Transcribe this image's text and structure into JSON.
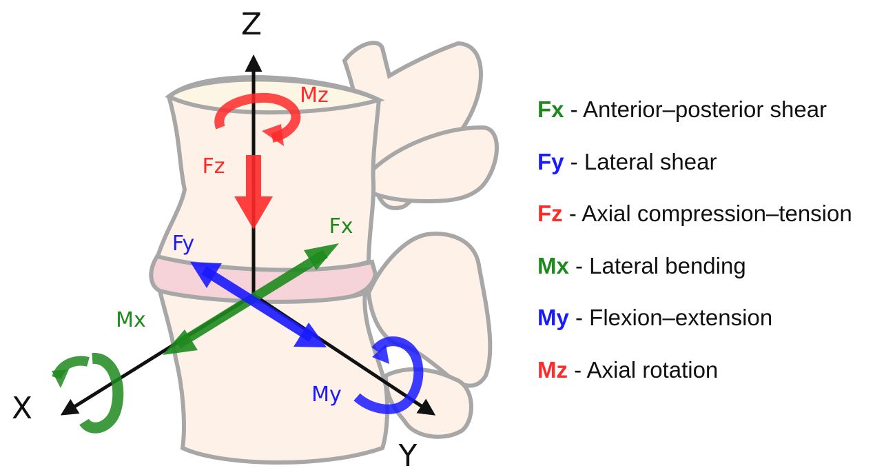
{
  "colors": {
    "x_green": "#1e8a1e",
    "y_blue": "#1a1aff",
    "z_red": "#ff2a2a",
    "bone_fill": "#fdf1e8",
    "bone_outline": "#a7a7a7",
    "disc_fill": "#f6d3d9",
    "axis": "#111111"
  },
  "diagram": {
    "axes": {
      "z": "Z",
      "x": "X",
      "y": "Y"
    },
    "vectors": {
      "fx": "Fx",
      "fy": "Fy",
      "fz": "Fz",
      "mx": "Mx",
      "my": "My",
      "mz": "Mz"
    }
  },
  "legend": [
    {
      "code": "Fx",
      "separator": " - ",
      "description": "Anterior–posterior shear",
      "color": "#1e8a1e"
    },
    {
      "code": "Fy",
      "separator": " - ",
      "description": "Lateral shear",
      "color": "#1a1aff"
    },
    {
      "code": "Fz",
      "separator": " - ",
      "description": "Axial compression–tension",
      "color": "#ff2a2a"
    },
    {
      "code": "Mx",
      "separator": " - ",
      "description": "Lateral bending",
      "color": "#1e8a1e"
    },
    {
      "code": "My",
      "separator": " - ",
      "description": "Flexion–extension",
      "color": "#1a1aff"
    },
    {
      "code": "Mz",
      "separator": " - ",
      "description": "Axial rotation",
      "color": "#ff2a2a"
    }
  ]
}
